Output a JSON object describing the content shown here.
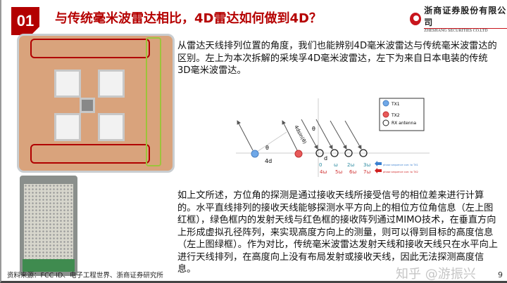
{
  "header": {
    "number": "01",
    "title": "与传统毫米波雷达相比，4D雷达如何做到4D？"
  },
  "logo": {
    "name_cn": "浙商证券股份有限公司",
    "name_en": "ZHESHANG SECURITIES CO.LTD"
  },
  "paragraph1": "从雷达天线排列位置的角度，我们也能辨别4D毫米波雷达与传统毫米波雷达的区别。左上为本次拆解的采埃孚4D毫米波雷达，左下为来自日本电装的传统3D毫米波雷达。",
  "diagram": {
    "legend": [
      "TX1",
      "TX2",
      "RX antenna"
    ],
    "theta": "θ",
    "four_d": "4d",
    "four_d_sin": "4dsin(θ)",
    "d": "d",
    "phase_tx1": [
      "0",
      "ω",
      "2ω",
      "3ω"
    ],
    "phase_tx2": [
      "4ω",
      "5ω",
      "6ω",
      "7ω"
    ],
    "phase_tx1_label": "phase sequence corr. to TX1",
    "phase_tx2_label": "phase sequence corr. to TX2",
    "colors": {
      "tx1": "#6fa8e8",
      "tx2": "#e85a5a",
      "phase1": "#2a8aa0",
      "phase2": "#d03030"
    }
  },
  "paragraph2": "如上文所述，方位角的探测是通过接收天线所接受信号的相位差来进行计算的。水平直线排列的接收天线能够探测水平方向上的相位方位角信息（左上图红框），绿色框内的发射天线与红色框的接收阵列通过MIMO技术，在垂直方向上形成虚拟孔径阵列，来实现高度方向上的测量，则可以得到目标的高度信息（左上图绿框）。作为对比，传统毫米波雷达发射天线和接收天线只在水平向上进行天线排列，在高度向上没有布局发射或接收天线，因此无法探测高度信息。",
  "source": "资料来源：FCC ID、电子工程世界、浙商证券研究所",
  "watermark": "知乎 @游振兴",
  "page_number": "9"
}
